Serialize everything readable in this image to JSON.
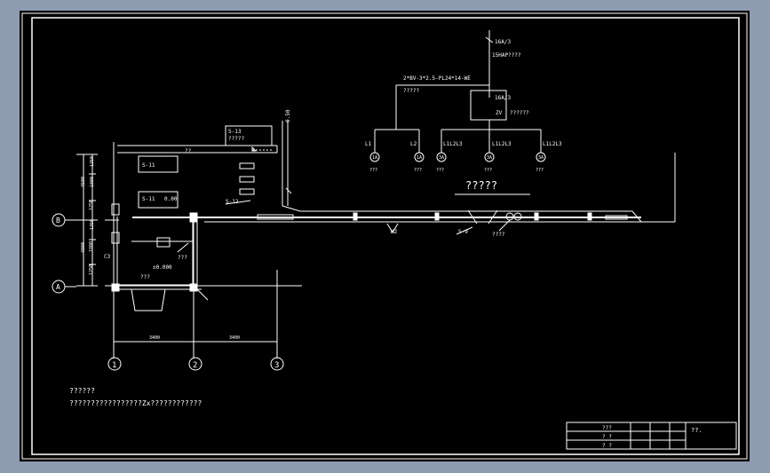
{
  "viewport": {
    "bg": "#8f9bb0",
    "sheet_bg": "#000000",
    "line": "#ffffff"
  },
  "panel": {
    "lbl_top": "16A/3",
    "lbl_spd": "15HAP????",
    "lbl_cable": "2*BV-3*2.5-PL24*14-WE",
    "lbl_q": "?????",
    "lbl_box_rating": "16A/3",
    "lbl_box_inner": "ZV",
    "lbl_box_side": "??????",
    "lbl_l1": "L1",
    "lbl_l2": "L2",
    "lbl_l123a": "L1L2L3",
    "lbl_l123b": "L1L2L3",
    "lbl_l123c": "L1L2L3",
    "lbl_c1": "1A",
    "lbl_c2": "1A",
    "lbl_c3": "3A",
    "lbl_c4": "3A",
    "lbl_c5": "3A",
    "lbl_sub1": "???",
    "lbl_sub2": "???",
    "lbl_sub3": "???",
    "lbl_sub4": "???",
    "lbl_sub5": "???",
    "lbl_big": "?????"
  },
  "plan": {
    "lbl_s13": "S-13",
    "lbl_s13b": "?????",
    "lbl_top_q": "??",
    "lbl_vertical": "0.50",
    "lbl_s11a": "S-11",
    "lbl_s11b": "S-11",
    "lbl_s11c": "0.00",
    "lbl_s12": "S-12",
    "lbl_c3": "C3",
    "lbl_q3": "???",
    "lbl_elev": "±0.000",
    "lbl_q4": "???",
    "lbl_m2": "M2",
    "lbl_s9": "S-9",
    "lbl_q5": "????",
    "dim_left": [
      "1250",
      "1800",
      "1250",
      "1350",
      "1800",
      "1250"
    ],
    "dim_left_total": [
      "4500",
      "4000"
    ],
    "dim_bottom": [
      "3400",
      "3400"
    ],
    "axis_b": "B",
    "axis_a": "A",
    "axis_1": "1",
    "axis_2": "2",
    "axis_3": "3"
  },
  "notes": {
    "line1": "??????",
    "line2": "?????????????????Zx????????????"
  },
  "title_block": {
    "c_r1a": "???",
    "c_r2a": "? ?",
    "c_r3a": "? ?",
    "c_right": "??."
  }
}
